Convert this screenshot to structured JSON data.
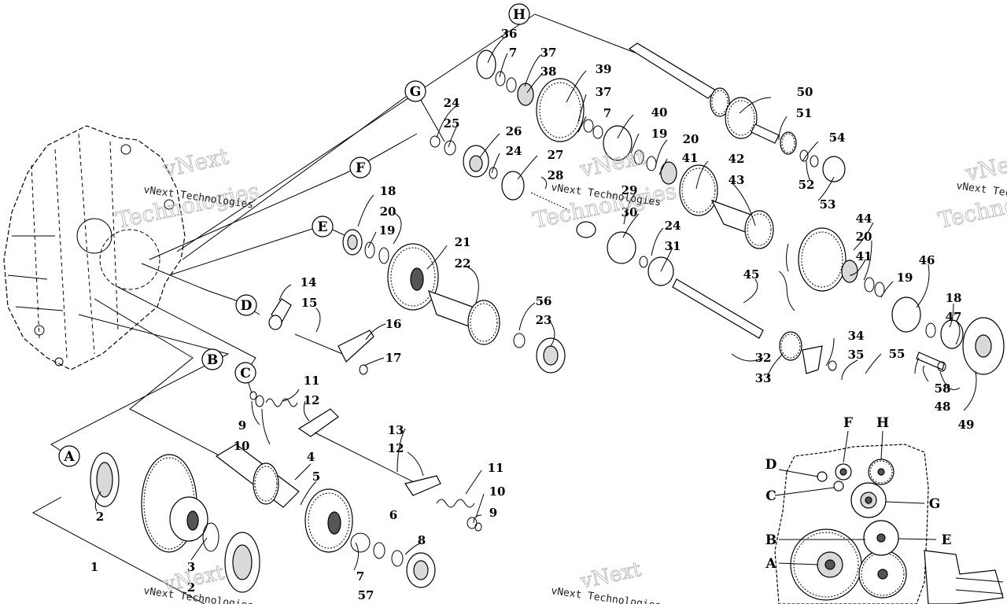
{
  "watermark": {
    "brand": "vNext",
    "full": "vNext Technologies",
    "word": "Technologies"
  },
  "shaft_letters": [
    "A",
    "B",
    "C",
    "D",
    "E",
    "F",
    "G",
    "H"
  ],
  "inset_letters": [
    "F",
    "H",
    "D",
    "C",
    "G",
    "B",
    "E",
    "A"
  ],
  "part_numbers": {
    "n1": "1",
    "n2a": "2",
    "n2b": "2",
    "n3": "3",
    "n4": "4",
    "n5": "5",
    "n6": "6",
    "n7a": "7",
    "n7b": "7",
    "n7c": "7",
    "n8": "8",
    "n9a": "9",
    "n9b": "9",
    "n10a": "10",
    "n10b": "10",
    "n11a": "11",
    "n11b": "11",
    "n12a": "12",
    "n12b": "12",
    "n13": "13",
    "n14": "14",
    "n15": "15",
    "n16": "16",
    "n17": "17",
    "n18a": "18",
    "n18b": "18",
    "n19a": "19",
    "n19b": "19",
    "n19c": "19",
    "n20a": "20",
    "n20b": "20",
    "n20c": "20",
    "n21": "21",
    "n22": "22",
    "n23": "23",
    "n24a": "24",
    "n24b": "24",
    "n24c": "24",
    "n25": "25",
    "n26": "26",
    "n27": "27",
    "n28": "28",
    "n29": "29",
    "n30": "30",
    "n31": "31",
    "n32": "32",
    "n33": "33",
    "n34": "34",
    "n35": "35",
    "n36": "36",
    "n37a": "37",
    "n37b": "37",
    "n38": "38",
    "n39": "39",
    "n40": "40",
    "n41a": "41",
    "n41b": "41",
    "n42": "42",
    "n43": "43",
    "n44": "44",
    "n45": "45",
    "n46": "46",
    "n47": "47",
    "n48": "48",
    "n49": "49",
    "n50": "50",
    "n51": "51",
    "n52": "52",
    "n53": "53",
    "n54": "54",
    "n55": "55",
    "n56": "56",
    "n57": "57",
    "n58": "58"
  }
}
